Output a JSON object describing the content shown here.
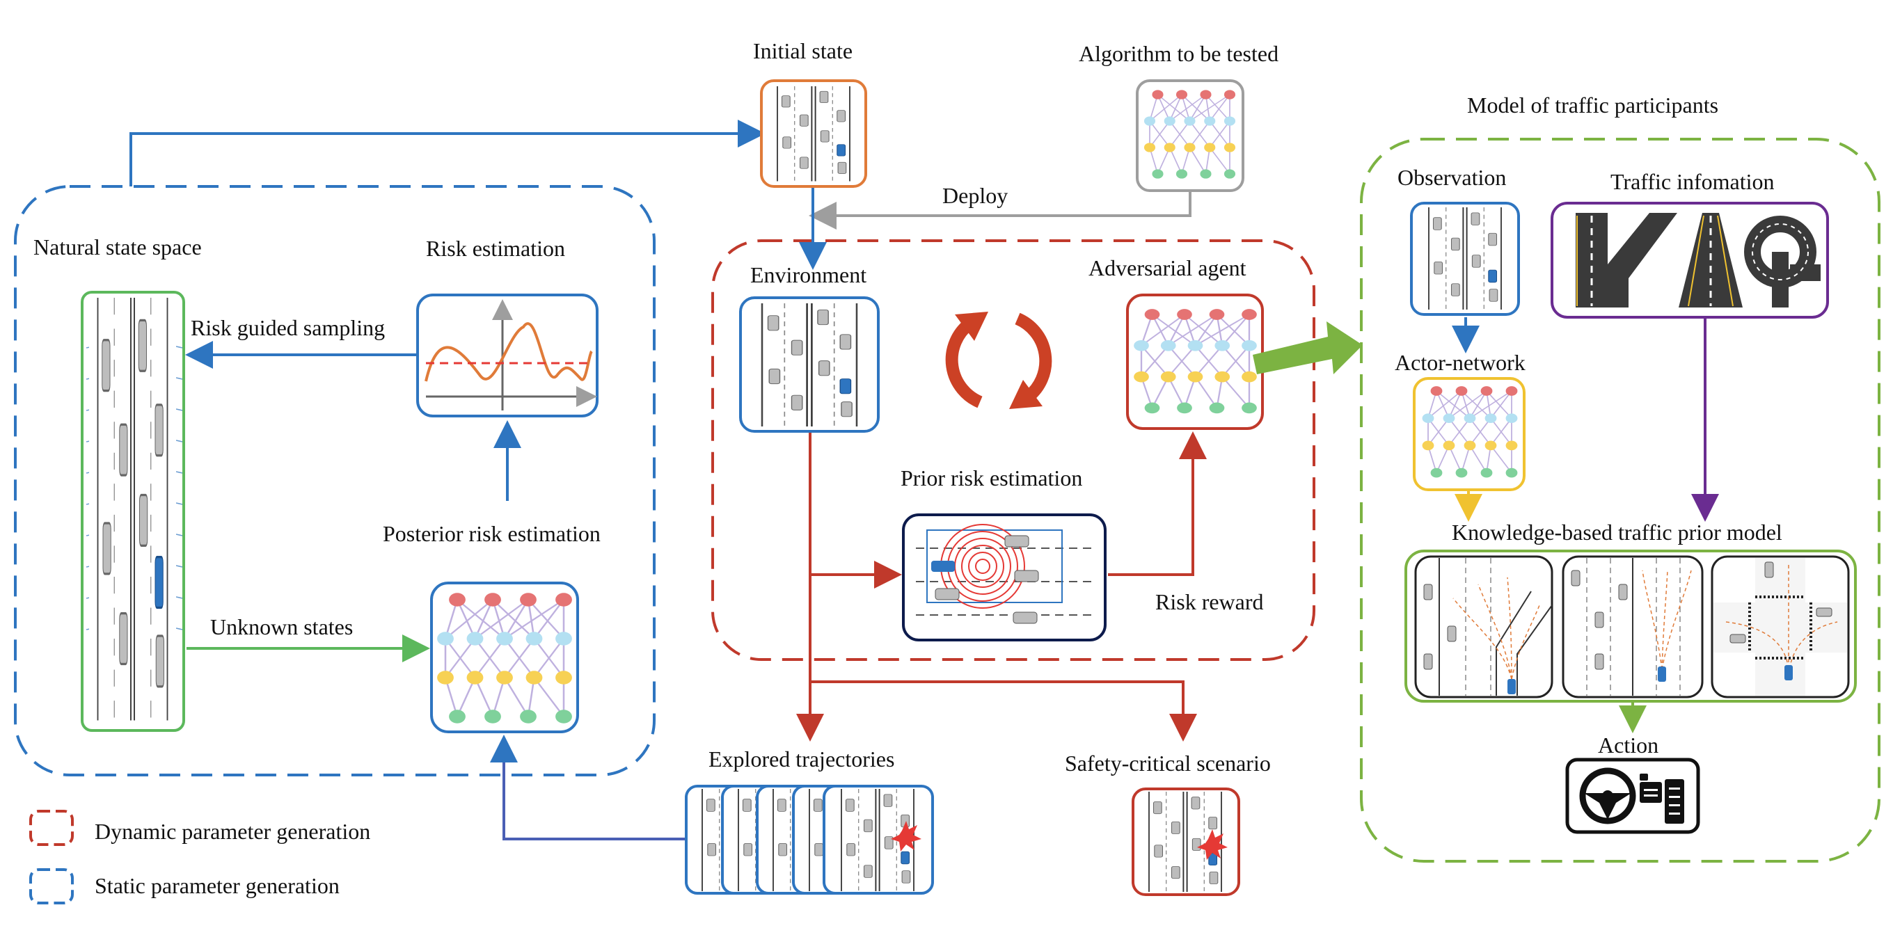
{
  "labels": {
    "natural_state_space": "Natural state space",
    "risk_estimation": "Risk estimation",
    "risk_guided_sampling": "Risk guided sampling",
    "posterior_risk_estimation": "Posterior risk estimation",
    "unknown_states": "Unknown states",
    "initial_state": "Initial state",
    "algorithm_to_be_tested": "Algorithm to be tested",
    "deploy": "Deploy",
    "environment": "Environment",
    "adversarial_agent": "Adversarial agent",
    "prior_risk_estimation": "Prior risk estimation",
    "risk_reward": "Risk reward",
    "explored_trajectories": "Explored trajectories",
    "safety_critical_scenario": "Safety-critical scenario",
    "model_of_traffic_participants": "Model of traffic participants",
    "observation": "Observation",
    "traffic_information": "Traffic infomation",
    "actor_network": "Actor-network",
    "knowledge_based_prior_model": "Knowledge-based traffic prior model",
    "action": "Action"
  },
  "legend": [
    {
      "label": "Dynamic parameter generation",
      "color": "#c0392b"
    },
    {
      "label": "Static parameter generation",
      "color": "#2e75c0"
    }
  ],
  "colors": {
    "blue": "#2e75c0",
    "red": "#c0392b",
    "green": "#5cb85c",
    "olive_green": "#7cb342",
    "orange": "#e07b39",
    "gray": "#9e9e9e",
    "purple": "#6a2c91",
    "yellow": "#f0c230",
    "navy": "#0d1b4c"
  },
  "icons": [
    "road-scene-icon",
    "neural-network-icon",
    "risk-curve-chart-icon",
    "cycle-arrows-icon",
    "risk-field-icon",
    "road-map-icon",
    "steering-wheel-icon",
    "pedals-icon",
    "collision-icon"
  ]
}
